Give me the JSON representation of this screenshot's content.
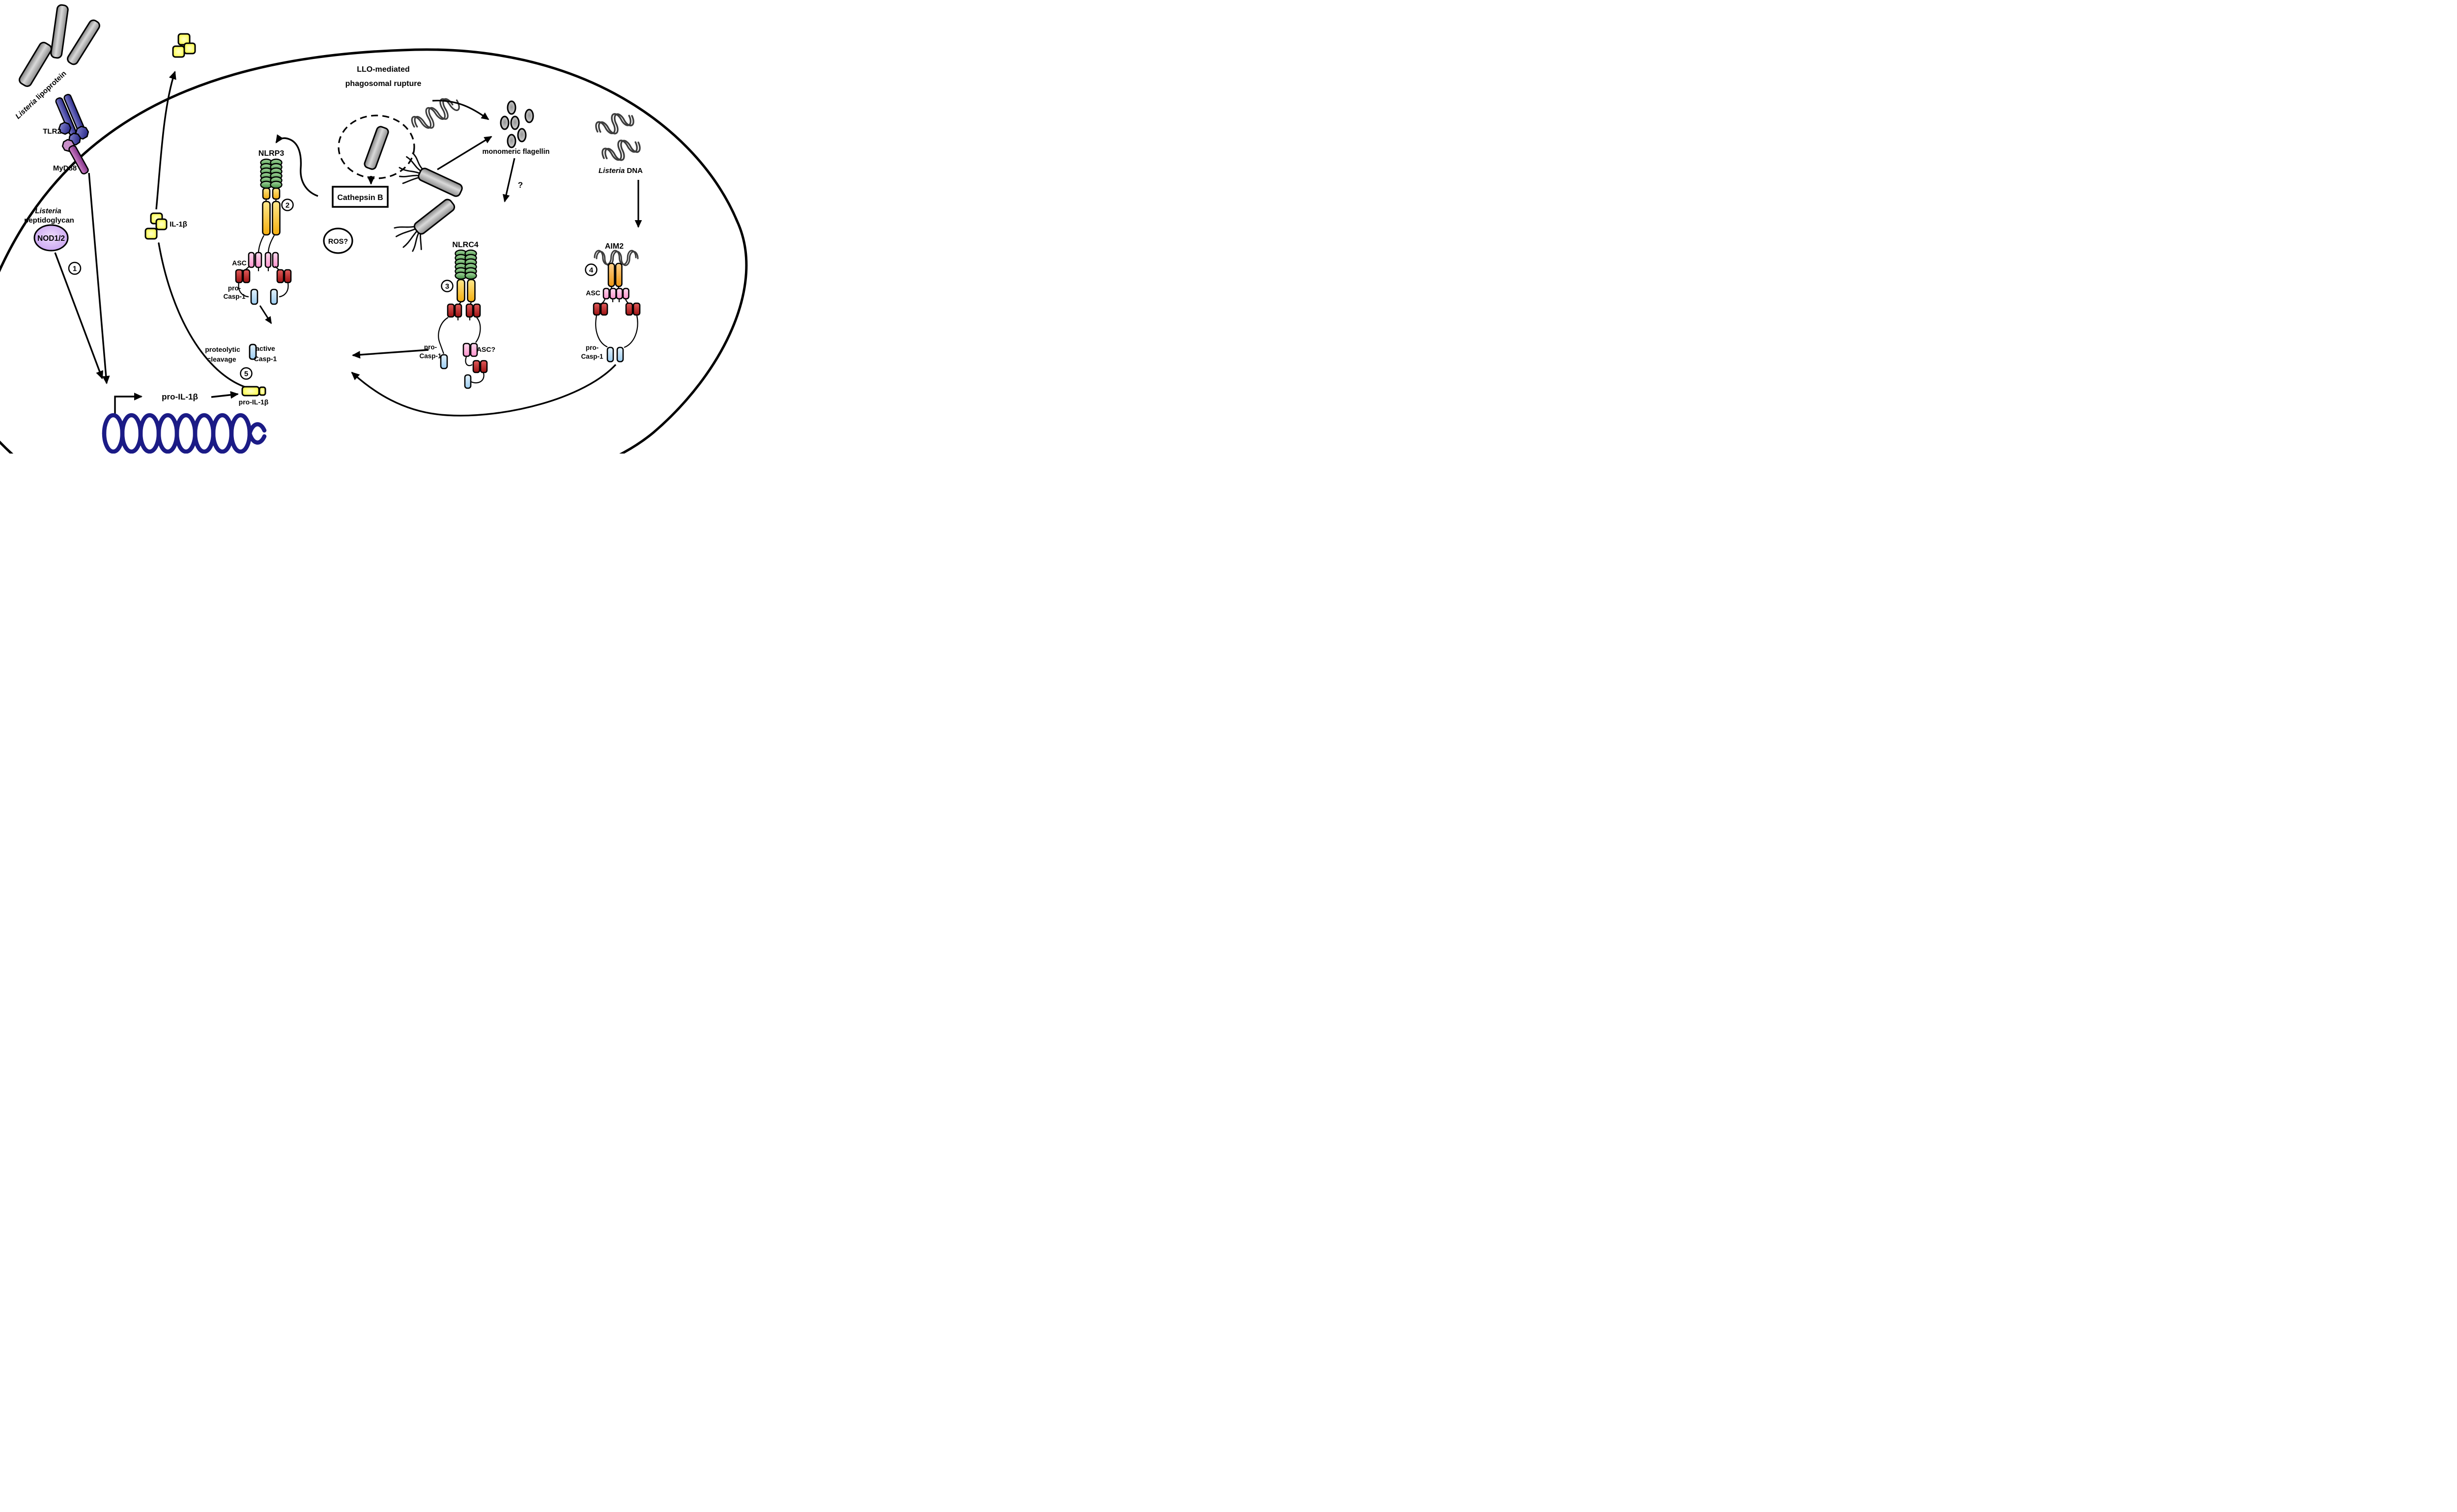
{
  "labels": {
    "lipoprotein": {
      "italic": "Listeria",
      "rest": " lipoprotein"
    },
    "tlr2": "TLR2",
    "myd88": "MyD88",
    "peptidoglycan": {
      "italic": "Listeria",
      "rest": "peptidoglycan"
    },
    "nod12": "NOD1/2",
    "il1b": "IL-1β",
    "llo1": "LLO-mediated",
    "llo2": "phagosomal rupture",
    "cathepsin": "Cathepsin B",
    "ros": "ROS?",
    "nlrp3": "NLRP3",
    "asc": "ASC",
    "asc_q": "ASC?",
    "pro1": "pro-",
    "pro2": "Casp-1",
    "active1": "active",
    "active2": "Casp-1",
    "prot1": "proteolytic",
    "prot2": "cleavage",
    "flagellin": "monomeric flagellin",
    "question": "?",
    "ldna": {
      "italic": "Listeria",
      "rest": " DNA"
    },
    "nlrc4": "NLRC4",
    "aim2": "AIM2",
    "pro_il1b": "pro-IL-1β"
  },
  "steps": {
    "s1": "1",
    "s2": "2",
    "s3": "3",
    "s4": "4",
    "s5": "5"
  },
  "colors": {
    "membrane": "#000000",
    "green_lrr": "#4f9e4f",
    "yellow_nacht": "#f6b81c",
    "pink_asc": "#ff9ad0",
    "red_card": "#b01414",
    "blue_casp": "#a6d3f3",
    "orange_aim2": "#ef9715",
    "yellow_il1b": "#ffff55",
    "purple_myd88": "#8d3390",
    "blue_tlr2": "#33339b",
    "lavender_nod": "#c9a1ef",
    "dna_navy": "#1b1b86",
    "gray_bacteria": "#a8a8a8"
  }
}
